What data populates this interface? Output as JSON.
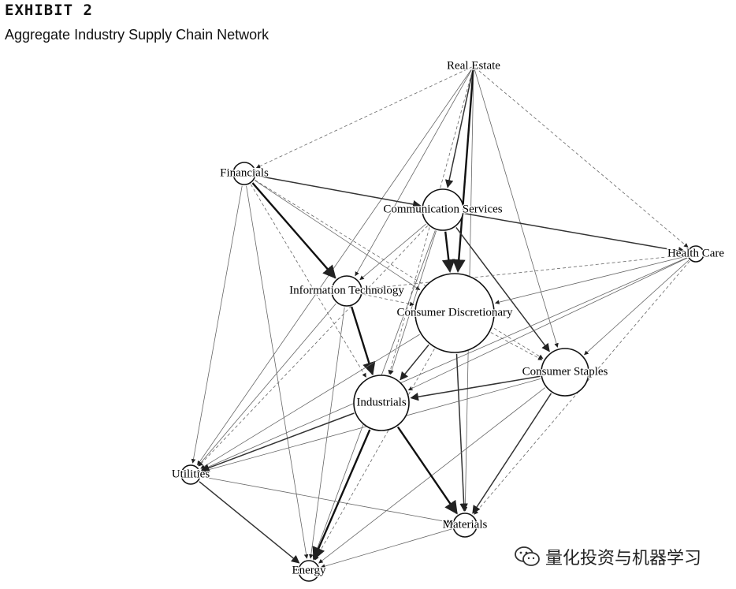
{
  "header": {
    "exhibit_label": "EXHIBIT 2",
    "title": "Aggregate Industry Supply Chain Network"
  },
  "network": {
    "nodes": [
      {
        "id": "real-estate",
        "label": "Real Estate"
      },
      {
        "id": "financials",
        "label": "Financials"
      },
      {
        "id": "communication-services",
        "label": "Communication Services"
      },
      {
        "id": "health-care",
        "label": "Health Care"
      },
      {
        "id": "information-technology",
        "label": "Information Technology"
      },
      {
        "id": "consumer-discretionary",
        "label": "Consumer Discretionary"
      },
      {
        "id": "consumer-staples",
        "label": "Consumer Staples"
      },
      {
        "id": "industrials",
        "label": "Industrials"
      },
      {
        "id": "utilities",
        "label": "Utilities"
      },
      {
        "id": "materials",
        "label": "Materials"
      },
      {
        "id": "energy",
        "label": "Energy"
      }
    ]
  },
  "watermark": {
    "text": "量化投资与机器学习",
    "icon": "wechat-icon"
  }
}
